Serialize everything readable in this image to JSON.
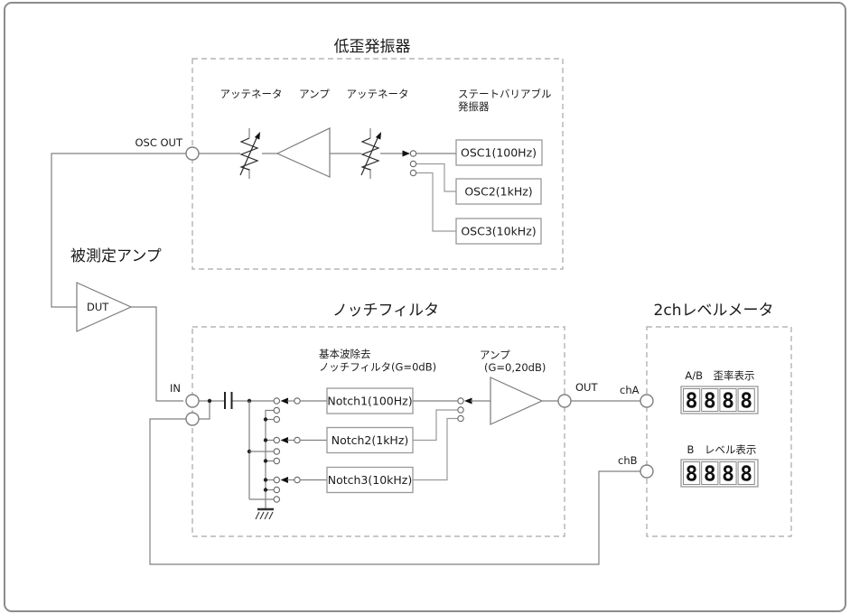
{
  "osc": {
    "title": "低歪発振器",
    "att1": "アッテネータ",
    "amp": "アンプ",
    "att2": "アッテネータ",
    "svo1": "ステートバリアブル",
    "svo2": "発振器",
    "port": "OSC OUT",
    "osc1": "OSC1(100Hz)",
    "osc2": "OSC2(1kHz)",
    "osc3": "OSC3(10kHz)"
  },
  "dut": {
    "title": "被測定アンプ",
    "label": "DUT"
  },
  "notch": {
    "title": "ノッチフィルタ",
    "in": "IN",
    "out": "OUT",
    "note1": "基本波除去",
    "note2": "ノッチフィルタ(G=0dB)",
    "amp1": "アンプ",
    "amp2": "(G=0,20dB)",
    "n1": "Notch1(100Hz)",
    "n2": "Notch2(1kHz)",
    "n3": "Notch3(10kHz)"
  },
  "meter": {
    "title": "2chレベルメータ",
    "cha": "chA",
    "chb": "chB",
    "labelA": "A/B　歪率表示",
    "labelB": "B　レベル表示",
    "digitsA": [
      "8",
      "8",
      "8",
      "8"
    ],
    "digitsB": [
      "8",
      "8",
      "8",
      "8"
    ]
  },
  "colors": {
    "wire": "#808080",
    "border": "#999999",
    "text": "#1a1a1a"
  }
}
